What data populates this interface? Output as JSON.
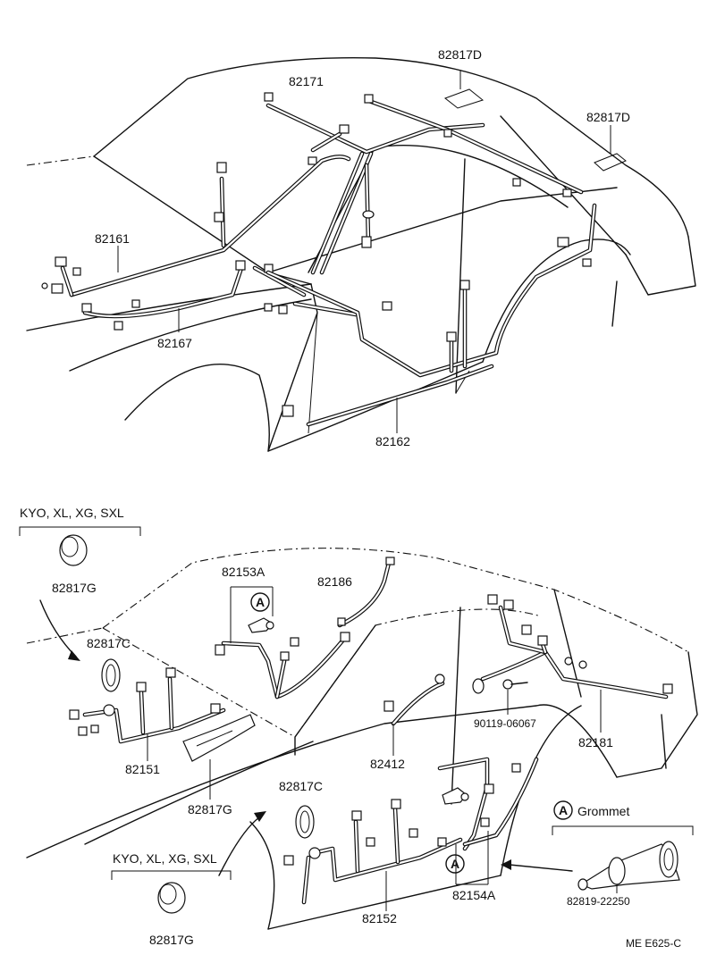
{
  "labels": {
    "p82171": "82171",
    "p82817D_top": "82817D",
    "p82817D_right": "82817D",
    "p82161": "82161",
    "p82167": "82167",
    "p82162": "82162",
    "kyo_top": "KYO, XL, XG, SXL",
    "p82817G_top": "82817G",
    "p82153A": "82153A",
    "p82186": "82186",
    "p82817C_left": "82817C",
    "p82151": "82151",
    "p82817G_mid": "82817G",
    "p82412": "82412",
    "p90119": "90119-06067",
    "p82181": "82181",
    "p82817C_mid": "82817C",
    "kyo_bottom": "KYO, XL, XG, SXL",
    "p82817G_bottom": "82817G",
    "p82152": "82152",
    "p82154A": "82154A",
    "grommet_caption": "Grommet",
    "p82819": "82819-22250",
    "callout_a": "A",
    "footer_code": "ME  E625-C"
  }
}
